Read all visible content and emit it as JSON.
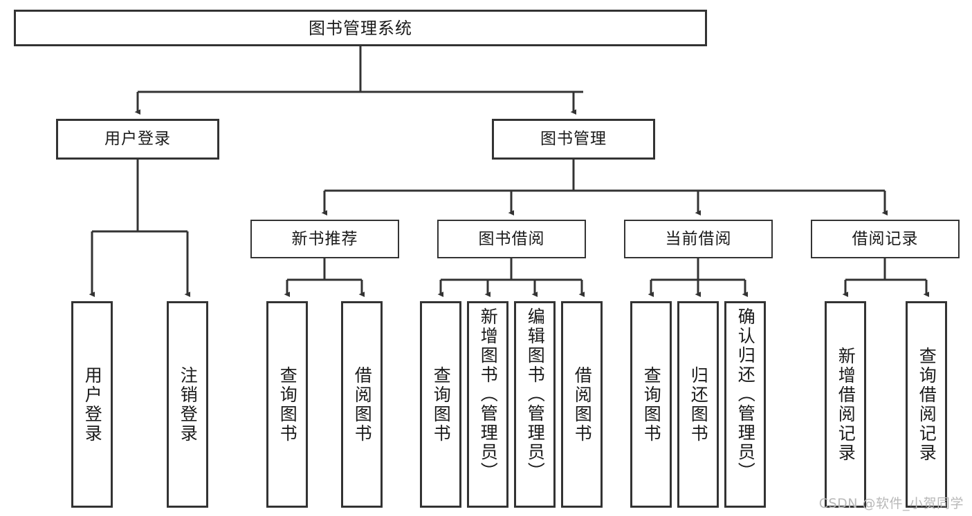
{
  "diagram": {
    "title": "图书管理系统",
    "type": "tree",
    "root": {
      "id": "root",
      "label": "图书管理系统"
    },
    "level1": [
      {
        "id": "user-login",
        "label": "用户登录"
      },
      {
        "id": "book-manage",
        "label": "图书管理"
      }
    ],
    "level2": [
      {
        "id": "new-book-recommend",
        "label": "新书推荐",
        "parent": "book-manage"
      },
      {
        "id": "book-borrow",
        "label": "图书借阅",
        "parent": "book-manage"
      },
      {
        "id": "current-borrow",
        "label": "当前借阅",
        "parent": "book-manage"
      },
      {
        "id": "borrow-record",
        "label": "借阅记录",
        "parent": "book-manage"
      }
    ],
    "leaves": [
      {
        "id": "leaf-user-login",
        "label": "用户登录",
        "parent": "user-login"
      },
      {
        "id": "leaf-user-logout",
        "label": "注销登录",
        "parent": "user-login"
      },
      {
        "id": "leaf-query-book-1",
        "label": "查询图书",
        "parent": "new-book-recommend"
      },
      {
        "id": "leaf-borrow-book-1",
        "label": "借阅图书",
        "parent": "new-book-recommend"
      },
      {
        "id": "leaf-query-book-2",
        "label": "查询图书",
        "parent": "book-borrow"
      },
      {
        "id": "leaf-add-book",
        "label": "新增图书（管理员）",
        "parent": "book-borrow"
      },
      {
        "id": "leaf-edit-book",
        "label": "编辑图书（管理员）",
        "parent": "book-borrow"
      },
      {
        "id": "leaf-borrow-book-2",
        "label": "借阅图书",
        "parent": "book-borrow"
      },
      {
        "id": "leaf-query-book-3",
        "label": "查询图书",
        "parent": "current-borrow"
      },
      {
        "id": "leaf-return-book",
        "label": "归还图书",
        "parent": "current-borrow"
      },
      {
        "id": "leaf-confirm-return",
        "label": "确认归还（管理员）",
        "parent": "current-borrow"
      },
      {
        "id": "leaf-add-record",
        "label": "新增借阅记录",
        "parent": "borrow-record"
      },
      {
        "id": "leaf-query-record",
        "label": "查询借阅记录",
        "parent": "borrow-record"
      }
    ],
    "colors": {
      "stroke": "#333333",
      "box_fill": "#ffffff",
      "text": "#1a1a1a",
      "watermark": "#b8b8b8"
    }
  },
  "watermark": {
    "text": "CSDN @软件_小贺同学"
  }
}
